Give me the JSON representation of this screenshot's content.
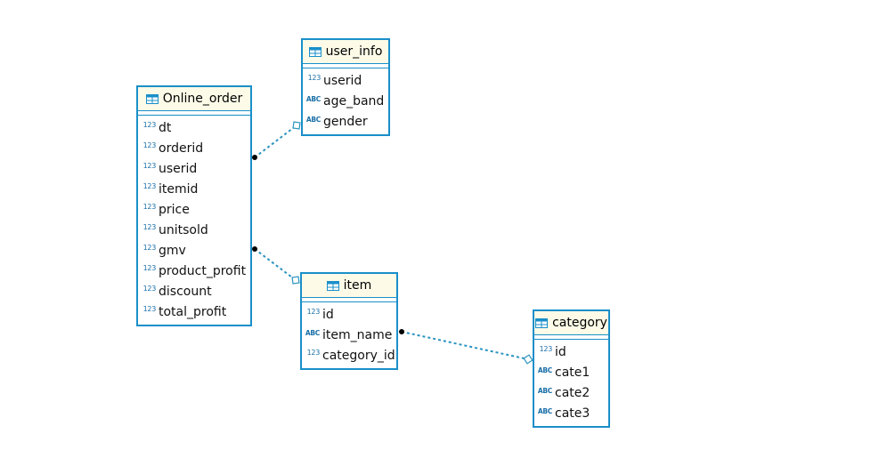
{
  "colors": {
    "border": "#1a8fc9",
    "header_bg": "#fdfbe8",
    "link": "#2a93c0",
    "link_dot": "#000000",
    "type_icon": "#1a6fa8"
  },
  "type_icons": {
    "numeric": "123",
    "text": "ABC"
  },
  "entities": {
    "online_order": {
      "name": "Online_order",
      "columns": [
        {
          "name": "dt",
          "type": "numeric"
        },
        {
          "name": "orderid",
          "type": "numeric"
        },
        {
          "name": "userid",
          "type": "numeric"
        },
        {
          "name": "itemid",
          "type": "numeric"
        },
        {
          "name": "price",
          "type": "numeric"
        },
        {
          "name": "unitsold",
          "type": "numeric"
        },
        {
          "name": "gmv",
          "type": "numeric"
        },
        {
          "name": "product_profit",
          "type": "numeric"
        },
        {
          "name": "discount",
          "type": "numeric"
        },
        {
          "name": "total_profit",
          "type": "numeric"
        }
      ]
    },
    "user_info": {
      "name": "user_info",
      "columns": [
        {
          "name": "userid",
          "type": "numeric"
        },
        {
          "name": "age_band",
          "type": "text"
        },
        {
          "name": "gender",
          "type": "text"
        }
      ]
    },
    "item": {
      "name": "item",
      "columns": [
        {
          "name": "id",
          "type": "numeric"
        },
        {
          "name": "item_name",
          "type": "text"
        },
        {
          "name": "category_id",
          "type": "numeric"
        }
      ]
    },
    "category": {
      "name": "category",
      "columns": [
        {
          "name": "id",
          "type": "numeric"
        },
        {
          "name": "cate1",
          "type": "text"
        },
        {
          "name": "cate2",
          "type": "text"
        },
        {
          "name": "cate3",
          "type": "text"
        }
      ]
    }
  },
  "relationships": [
    {
      "from": "online_order",
      "to": "user_info"
    },
    {
      "from": "online_order",
      "to": "item"
    },
    {
      "from": "item",
      "to": "category"
    }
  ]
}
